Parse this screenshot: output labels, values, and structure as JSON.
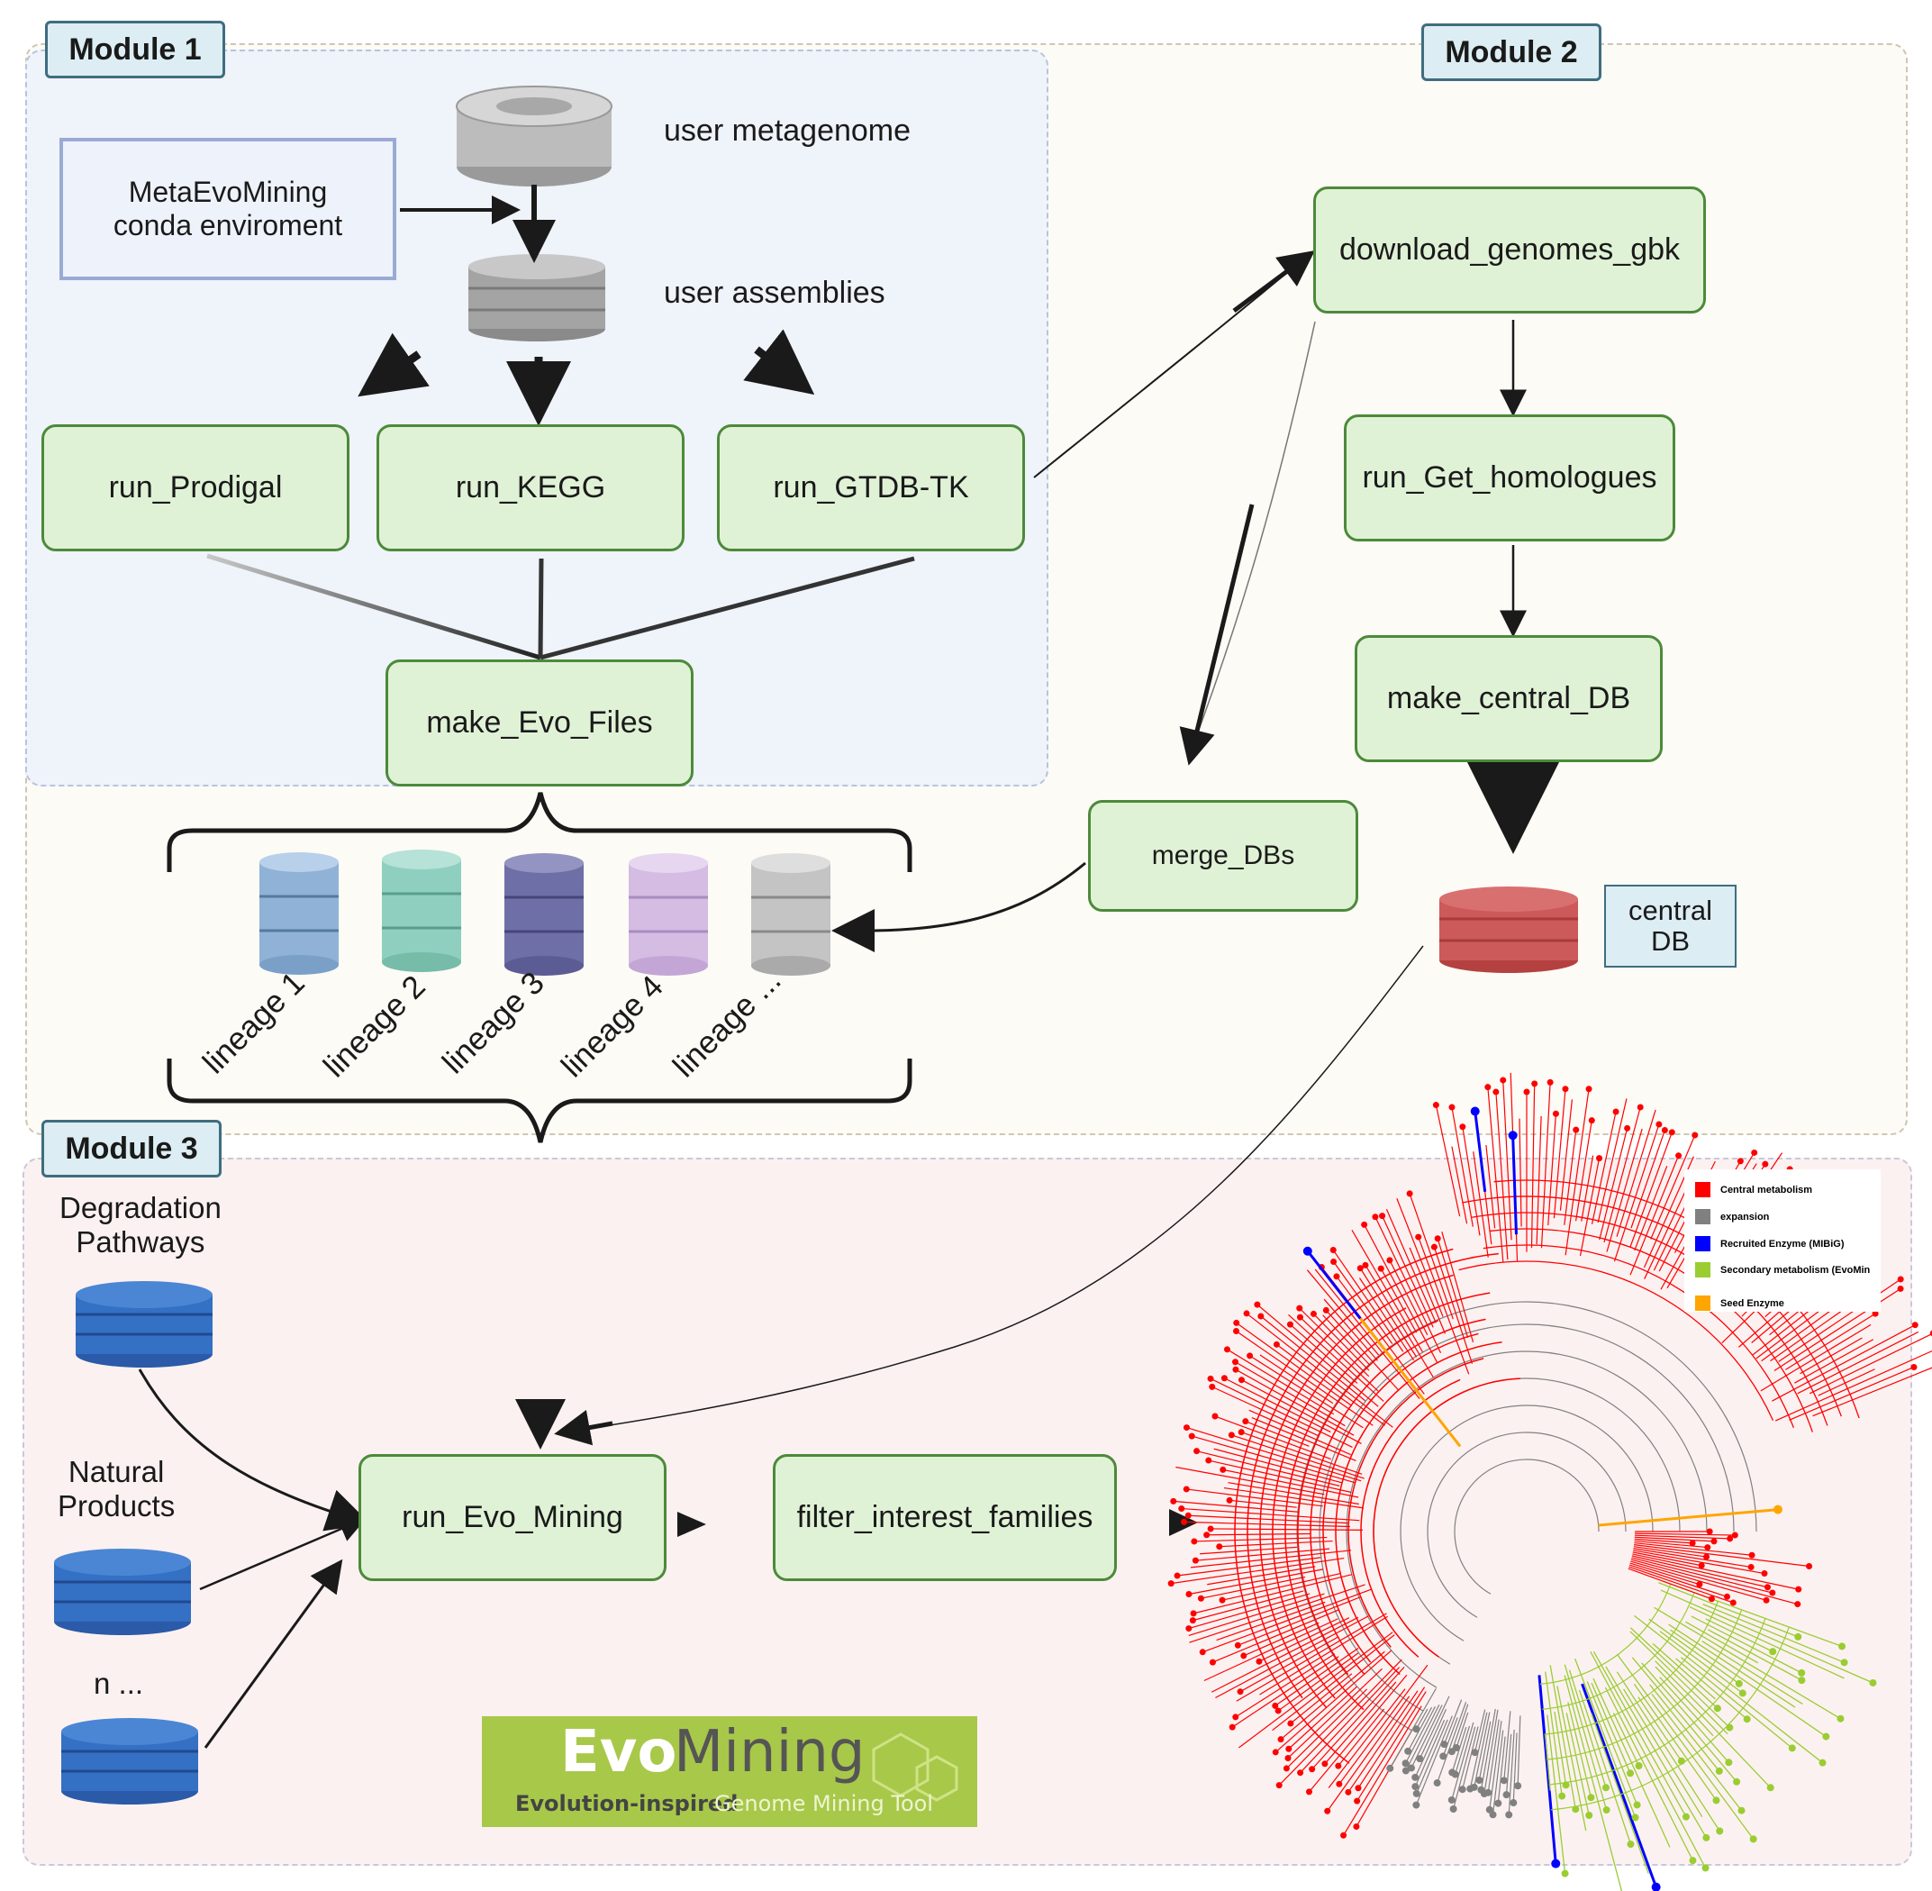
{
  "modules": {
    "module1": "Module 1",
    "module2": "Module 2",
    "module3": "Module 3"
  },
  "module1": {
    "env_box": "MetaEvoMining\nconda enviroment",
    "user_metagenome": "user metagenome",
    "user_assemblies": "user assemblies",
    "steps": {
      "prodigal": "run_Prodigal",
      "kegg": "run_KEGG",
      "gtdbtk": "run_GTDB-TK",
      "evo_files": "make_Evo_Files"
    },
    "lineages": [
      "lineage 1",
      "lineage 2",
      "lineage 3",
      "lineage 4",
      "lineage ..."
    ]
  },
  "module2": {
    "steps": {
      "download": "download_genomes_gbk",
      "homologues": "run_Get_homologues",
      "central_db": "make_central_DB",
      "merge": "merge_DBs"
    },
    "central_db_label": "central\nDB"
  },
  "module3": {
    "sources": {
      "degradation": "Degradation\nPathways",
      "natural": "Natural\nProducts",
      "n": "n ..."
    },
    "steps": {
      "evo_mining": "run_Evo_Mining",
      "filter": "filter_interest_families"
    },
    "logo": {
      "title_a": "Evo",
      "title_b": "Mining",
      "subtitle_a": "Evolution-inspired ",
      "subtitle_b": "Genome Mining Tool"
    },
    "legend": [
      {
        "label": "Central metabolism",
        "color": "#ff0000"
      },
      {
        "label": "expansion",
        "color": "#808080"
      },
      {
        "label": "Recruited Enzyme (MIBiG)",
        "color": "#0000ff"
      },
      {
        "label": "Secondary metabolism (EvoMin",
        "color": "#9acd32"
      },
      {
        "label": "Seed Enzyme",
        "color": "#ffa500"
      }
    ]
  },
  "colors": {
    "module1_bg": "#eff3fa",
    "module2_bg": "#fcfbf6",
    "module3_bg": "#fcf1f1",
    "step_fill": "#e0f2d6",
    "step_border": "#4c8a3a",
    "central_db": "#c95050",
    "source_db": "#2f65b8"
  }
}
